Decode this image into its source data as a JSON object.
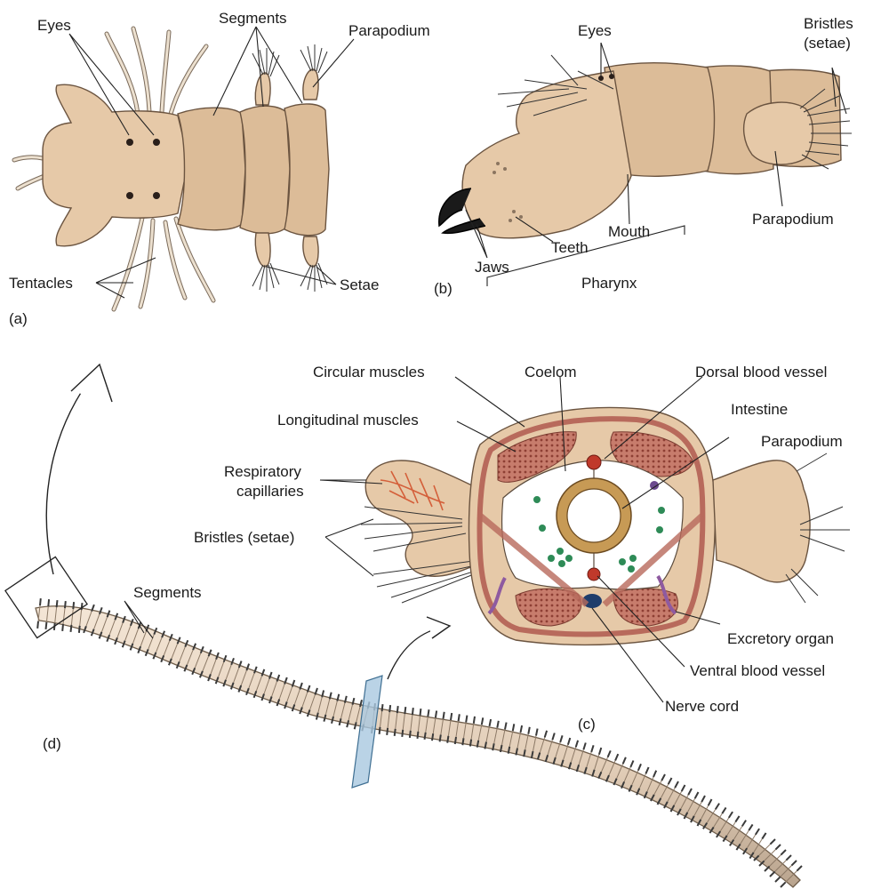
{
  "panels": {
    "a": {
      "panel_label": "(a)",
      "labels": {
        "eyes": "Eyes",
        "segments": "Segments",
        "parapodium": "Parapodium",
        "tentacles": "Tentacles",
        "setae": "Setae"
      }
    },
    "b": {
      "panel_label": "(b)",
      "labels": {
        "eyes": "Eyes",
        "bristles_line1": "Bristles",
        "bristles_line2": "(setae)",
        "parapodium": "Parapodium",
        "mouth": "Mouth",
        "teeth": "Teeth",
        "jaws": "Jaws",
        "pharynx": "Pharynx"
      }
    },
    "c": {
      "panel_label": "(c)",
      "labels": {
        "circular_muscles": "Circular muscles",
        "coelom": "Coelom",
        "dorsal_blood_vessel": "Dorsal blood vessel",
        "longitudinal_muscles": "Longitudinal muscles",
        "intestine": "Intestine",
        "parapodium": "Parapodium",
        "respiratory_line1": "Respiratory",
        "respiratory_line2": "capillaries",
        "bristles": "Bristles (setae)",
        "excretory_organ": "Excretory organ",
        "ventral_blood_vessel": "Ventral blood vessel",
        "nerve_cord": "Nerve cord"
      }
    },
    "d": {
      "panel_label": "(d)",
      "labels": {
        "segments": "Segments"
      }
    }
  },
  "colors": {
    "body": "#e6c9a8",
    "muscle": "#b86a5c",
    "blood_vessel": "#c0392b",
    "coelom_cells": "#2e8b57",
    "nerve_cord": "#1f3d6b",
    "slice_plane": "#a9c8e0"
  }
}
